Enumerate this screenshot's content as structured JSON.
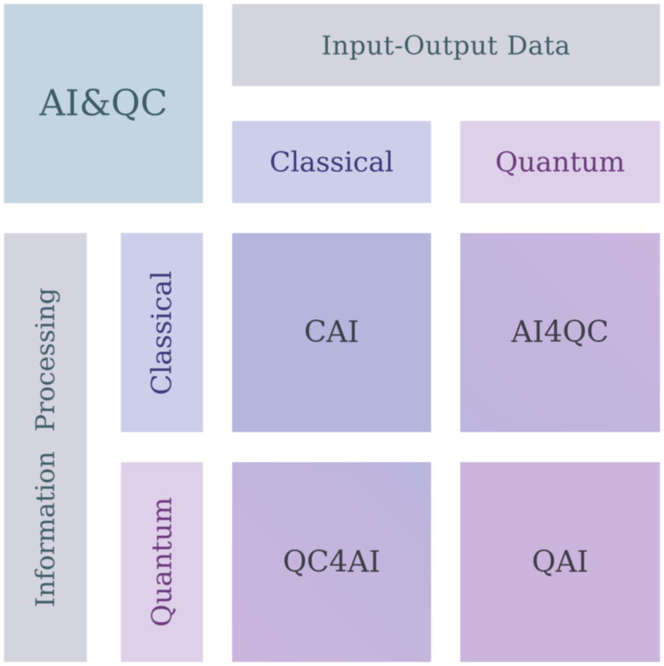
{
  "corner": {
    "label": "AI&QC"
  },
  "input_output": {
    "header": "Input-Output Data",
    "classical": "Classical",
    "quantum": "Quantum"
  },
  "information_processing": {
    "header": "Information Processing",
    "classical": "Classical",
    "quantum": "Quantum"
  },
  "cells": {
    "classical_classical": "CAI",
    "classical_quantum": "AI4QC",
    "quantum_classical": "QC4AI",
    "quantum_quantum": "QAI"
  },
  "colors": {
    "corner": "#c3d6df",
    "header": "#d4d4df",
    "classical": "#ccceea",
    "quantum": "#dfd0ea",
    "cai": "#b5b5dd",
    "qai": "#ccb5dd"
  }
}
